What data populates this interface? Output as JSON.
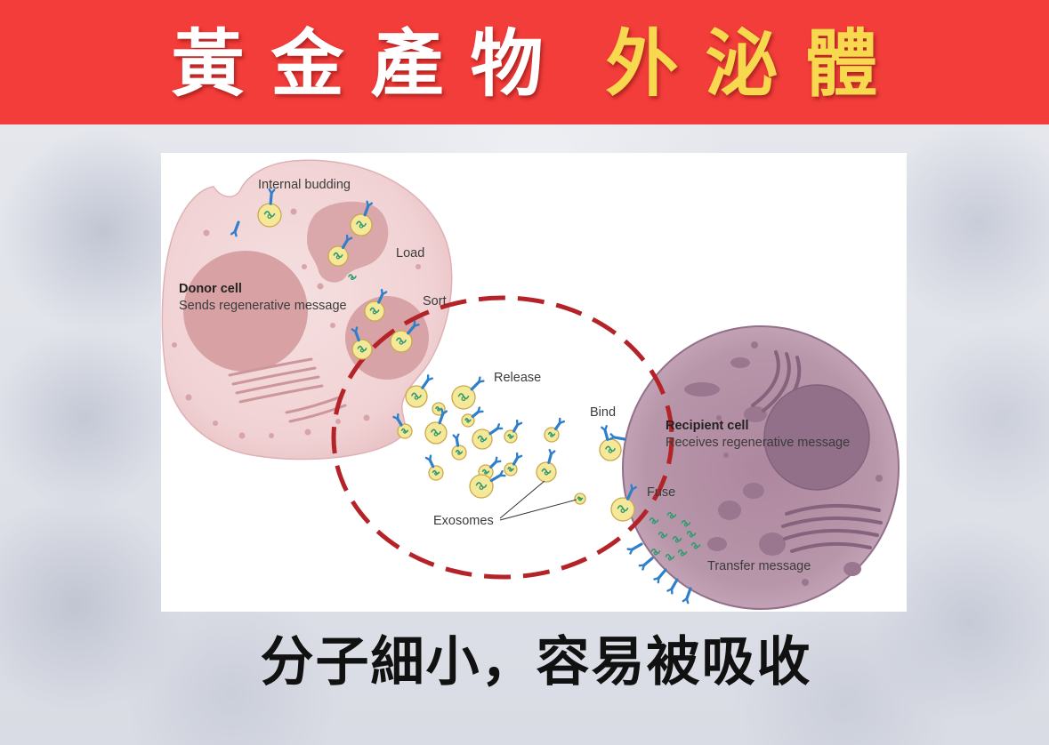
{
  "slide": {
    "title_main": "黃金產物",
    "title_highlight": "外泌體",
    "caption": "分子細小，容易被吸收"
  },
  "colors": {
    "banner": "#f23d3a",
    "title_main": "#ffffff",
    "title_highlight": "#f7d84e",
    "dashed_circle": "#b42328"
  },
  "diagram": {
    "labels": {
      "internal_budding": "Internal budding",
      "load": "Load",
      "donor_cell": "Donor cell",
      "donor_cell_desc": "Sends regenerative message",
      "sort": "Sort",
      "release": "Release",
      "bind": "Bind",
      "recipient_cell": "Recipient cell",
      "recipient_cell_desc": "Receives regenerative message",
      "fuse": "Fuse",
      "exosomes": "Exosomes",
      "transfer_message": "Transfer message"
    }
  }
}
